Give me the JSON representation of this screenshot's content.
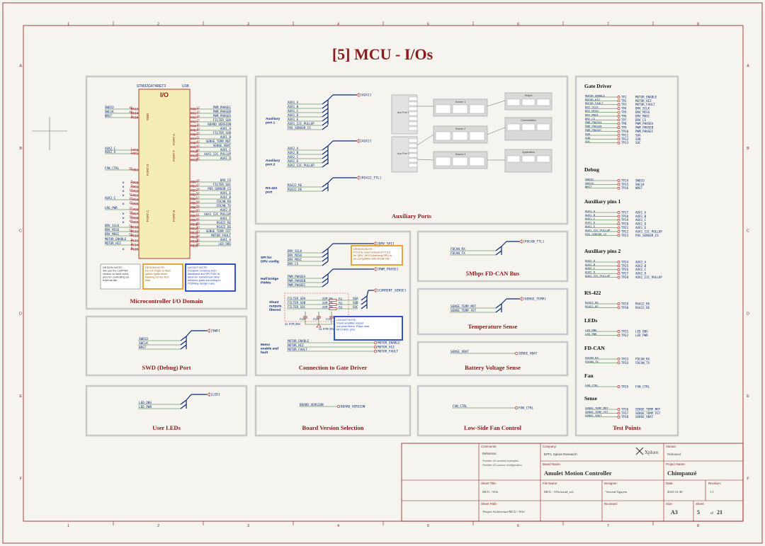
{
  "sheet": {
    "title": "[5] MCU - I/Os",
    "border_cols": [
      "1",
      "2",
      "3",
      "4",
      "5",
      "6",
      "7",
      "8"
    ],
    "border_rows": [
      "A",
      "B",
      "C",
      "D",
      "E",
      "F"
    ]
  },
  "colors": {
    "wire": "#2a6e2a",
    "pin": "#a01010",
    "label": "#0a2a7a",
    "border": "#8b1a1a",
    "block_fill": "#f4eeb4",
    "block_stroke": "#a01010",
    "box": "#c8c8c8",
    "note_orange": "#e69c24",
    "note_blue": "#1e3fd0",
    "dark_red": "#8b1a1a"
  },
  "blocks": {
    "mcu": "Microcontroller I/O Domain",
    "aux_ports": "Auxiliary Ports",
    "fdcan": "5Mbps FD-CAN Bus",
    "swd": "SWD (Debug) Port",
    "gate": "Connection to Gate Driver",
    "temp": "Temperature Sense",
    "batt": "Battery Voltage Sense",
    "leds": "User LEDs",
    "board_ver": "Board Version Selection",
    "fan": "Low-Side Fan Control",
    "test_points": "Test Points"
  },
  "mcu": {
    "part": "STM32G474RET3",
    "ref": "U1B",
    "title": "I/O",
    "ports": [
      "SWD",
      "PORT A",
      "PORT D",
      "PORT F",
      "PORT B",
      "PORT C"
    ],
    "left_nets": [
      [
        "SWDIO",
        "49",
        "PA13"
      ],
      [
        "SWCLK",
        "46",
        "PA14"
      ],
      [
        "NRST",
        "7",
        "PG10"
      ],
      [
        "AUX2_C",
        "1",
        "PF0"
      ],
      [
        "AUX2_A",
        "1",
        "PF1"
      ],
      [
        "FAN_CTRL",
        "55",
        "PD2"
      ],
      [
        "",
        "8",
        "PC0"
      ],
      [
        "",
        "9",
        "PC1"
      ],
      [
        "",
        "10",
        "PC2"
      ],
      [
        "",
        "11",
        "PC3"
      ],
      [
        "AUX2_C",
        "24",
        "PC4"
      ],
      [
        "",
        "25",
        "PC5"
      ],
      [
        "LRG_PWR",
        "37",
        "PC6"
      ],
      [
        "",
        "38",
        "PC7"
      ],
      [
        "",
        "39",
        "PC8"
      ],
      [
        "",
        "40",
        "PC9"
      ],
      [
        "DRV_SCLK",
        "51",
        "PC10"
      ],
      [
        "DRV_MISO",
        "52",
        "PC11"
      ],
      [
        "DRV_MOSI",
        "53",
        "PC12"
      ],
      [
        "MOTOR_ENABLE",
        "2",
        "PC13"
      ],
      [
        "MOTOR_HIZ",
        "3",
        "PC14"
      ],
      [
        "",
        "4",
        "PC15"
      ]
    ],
    "right_nets": [
      [
        "PA0",
        "12",
        "PWM_PHASEC"
      ],
      [
        "PA1",
        "13",
        "PWM_PHASEB"
      ],
      [
        "PA2",
        "14",
        "PWM_PHASEA"
      ],
      [
        "PA3",
        "17",
        "FILTER_SOA"
      ],
      [
        "PA4",
        "18",
        "BOARD_VERSION"
      ],
      [
        "PA5",
        "19",
        "AUX1_A"
      ],
      [
        "PA6",
        "20",
        "FILTER_SOB"
      ],
      [
        "PA7",
        "21",
        "AUX1_B"
      ],
      [
        "PA8",
        "42",
        "SENSE_TEMP_MOT"
      ],
      [
        "PA9",
        "43",
        "SENSE_VBAT"
      ],
      [
        "PA10",
        "44",
        "AUX1_C"
      ],
      [
        "PA11",
        "45",
        "AUX1_I2C_PULLUP"
      ],
      [
        "PA12",
        "46",
        "AUX1_D"
      ],
      [
        "PB0",
        "26",
        "DRV_CS"
      ],
      [
        "PB1",
        "27",
        "FILTER_SOC"
      ],
      [
        "PB2",
        "28",
        "POS_SENSOR_CS"
      ],
      [
        "PB3",
        "56",
        "AUX1_E"
      ],
      [
        "PB4",
        "57",
        "AUX1_B"
      ],
      [
        "PB5",
        "58",
        "FDCAN_RX"
      ],
      [
        "PB6",
        "59",
        "FDCAN_TX"
      ],
      [
        "PB7",
        "60",
        "AUX2_D"
      ],
      [
        "PB8",
        "61",
        "AUX1_I2C_PULLUP"
      ],
      [
        "PB9",
        "62",
        "AUX1_F"
      ],
      [
        "PB10",
        "29",
        "RS422_RE"
      ],
      [
        "PB11",
        "30",
        "RS422_DE"
      ],
      [
        "PB12",
        "33",
        "SENSE_TEMP_FET"
      ],
      [
        "PB13",
        "34",
        "MOTOR_FAULT"
      ],
      [
        "PB14",
        "35",
        "AUX1_A"
      ],
      [
        "PB15",
        "36",
        "LED_DBG"
      ]
    ],
    "notes": [
      "DESIGN NOTE:\nWe use the LQFP64\nversion to have extra\npins for controlling an\nexternal fan.",
      "DESIGN NOTE:\nDo not forget to flash\noption bytes when\nflashing for the first\ntime.",
      "LAYOUT NOTE:\nFootprint revisions from\ndatasheet and IPC7351 to\nallow for soldermask sliver\nbetween pads according to\nPCBWay design rules."
    ]
  },
  "aux": {
    "port1_label": "Auxiliary\nport 1",
    "port1_nets": [
      "AUX1_A",
      "AUX1_B",
      "AUX1_C",
      "AUX1_D",
      "AUX1_E",
      "AUX1_I2C_PULLUP",
      "POS_SENSOR_CS"
    ],
    "port1_sheet": "[AUX1]",
    "port2_label": "Auxiliary\nport 2",
    "port2_nets": [
      "AUX2_A",
      "AUX2_B",
      "AUX2_C",
      "AUX2_D",
      "AUX2_I2C_PULLUP"
    ],
    "port2_sheet": "[AUX2]",
    "rs_label": "RS-422\nport",
    "rs_nets": [
      "RS422_RE",
      "RS422_DE"
    ],
    "rs_sheet": "[RS422_TTL]",
    "diagram_blocks": [
      "Aux Port 1",
      "Aux Port 2",
      "Source 1",
      "Source 2",
      "Source 3",
      "Output",
      "Commutation",
      "Application"
    ]
  },
  "fdcan": {
    "nets": [
      "FDCAN_RX",
      "FDCAN_TX"
    ],
    "sheet": "[FDCAN_TTL]"
  },
  "swd": {
    "nets": [
      "SWDIO",
      "SWCLK",
      "NRST"
    ],
    "sheet": "[SWD]"
  },
  "gate": {
    "spi_label": "SPI for\nDRV config",
    "spi_nets": [
      "DRV_SCLK",
      "DRV_MISO",
      "DRV_MOSI",
      "DRV_CS"
    ],
    "spi_sheet": "[DRV_SPI]",
    "spi_note": "DESIGN NOTE:\nPC13 is used instead of PC12\nfor DRV_MOSI (bitbang SPI) to\nbe compatible with inbuilt FW.",
    "pwm_label": "Half bridge\nPWMs",
    "pwm_nets": [
      "PWM_PHASEA",
      "PWM_PHASEB",
      "PWM_PHASEC"
    ],
    "pwm_sheet": "[PWM_PHASE]",
    "cs_sheet": "[CURRENT_SENSE]",
    "shunt_label": "Shunt\noutputs\nfiltered",
    "filter_nets": [
      "FILTER_SOA",
      "FILTER_SOB",
      "FILTER_SOC"
    ],
    "filter_res": [
      "22R 1%",
      "22R 1%",
      "22R 1%"
    ],
    "res_refs": [
      "R1",
      "R2",
      "R3"
    ],
    "so_nets": [
      "SOA",
      "SOB",
      "SOC"
    ],
    "caps": [
      "C12",
      "C13",
      "C14"
    ],
    "cap_val": "1x X7R 25V",
    "filter_note": "LAYOUT NOTE:\nShunt amplifier output\nlow-pass filters. Place near\nMCU ADC pins.",
    "motor_label": "Motor\nenable and\nfault",
    "motor_nets": [
      "MOTOR_ENABLE",
      "MOTOR_HIZ",
      "MOTOR_FAULT"
    ]
  },
  "temp": {
    "nets": [
      "SENSE_TEMP_MOT",
      "SENSE_TEMP_FET"
    ],
    "sheet": "[SENSE_TEMP]"
  },
  "batt": {
    "net": "SENSE_VBAT"
  },
  "leds": {
    "nets": [
      "LED_DBG",
      "LED_PWR"
    ],
    "sheet": "[LED]"
  },
  "board_ver": {
    "net": "BOARD_VERSION"
  },
  "fan": {
    "net": "FAN_CTRL"
  },
  "tp": {
    "groups": [
      {
        "title": "Gate Driver",
        "rows": [
          [
            "MOTOR_ENABLE",
            "TP1",
            "MOTOR_ENABLE"
          ],
          [
            "MOTOR_HIZ",
            "TP2",
            "MOTOR_HIZ"
          ],
          [
            "MOTOR_FAULT",
            "TP3",
            "MOTOR_FAULT"
          ],
          [
            "DRV_SCLK",
            "TP4",
            "DRV_SCLK"
          ],
          [
            "DRV_MISO",
            "TP5",
            "DRV_MISO"
          ],
          [
            "DRV_MOSI",
            "TP6",
            "DRV_MOSI"
          ],
          [
            "DRV_CS",
            "TP7",
            "DRV_CS"
          ],
          [
            "PWM_PHASEA",
            "TP8",
            "PWM_PHASEA"
          ],
          [
            "PWM_PHASEB",
            "TP9",
            "PWM_PHASEB"
          ],
          [
            "PWM_PHASEC",
            "TP10",
            "PWM_PHASEC"
          ],
          [
            "SOA",
            "TP11",
            "SOA"
          ],
          [
            "SOB",
            "TP12",
            "SOB"
          ],
          [
            "SOC",
            "TP13",
            "SOC"
          ]
        ]
      },
      {
        "title": "Debug",
        "rows": [
          [
            "SWDIO",
            "TP14",
            "SWDIO"
          ],
          [
            "SWCLK",
            "TP15",
            "SWCLK"
          ],
          [
            "NRST",
            "TP16",
            "NRST"
          ]
        ]
      },
      {
        "title": "Auxiliary pins 1",
        "rows": [
          [
            "AUX1_A",
            "TP17",
            "AUX1_A"
          ],
          [
            "AUX1_B",
            "TP18",
            "AUX1_B"
          ],
          [
            "AUX1_C",
            "TP19",
            "AUX1_C"
          ],
          [
            "AUX1_D",
            "TP20",
            "AUX1_D"
          ],
          [
            "AUX1_E",
            "TP21",
            "AUX1_E"
          ],
          [
            "AUX1_I2C_PULLUP",
            "TP22",
            "AUX1_I2C_PULLUP"
          ],
          [
            "POS_SENSOR_CS",
            "TP23",
            "POS_SENSOR_CS"
          ]
        ]
      },
      {
        "title": "Auxiliary pins 2",
        "rows": [
          [
            "AUX2_A",
            "TP24",
            "AUX2_A"
          ],
          [
            "AUX2_B",
            "TP25",
            "AUX2_B"
          ],
          [
            "AUX2_C",
            "TP26",
            "AUX2_C"
          ],
          [
            "AUX2_D",
            "TP27",
            "AUX2_D"
          ],
          [
            "AUX2_I2C_PULLUP",
            "TP28",
            "AUX2_I2C_PULLUP"
          ]
        ]
      },
      {
        "title": "RS-422",
        "rows": [
          [
            "RS422_RE",
            "TP29",
            "RS422_RE"
          ],
          [
            "RS422_DE",
            "TP30",
            "RS422_DE"
          ]
        ]
      },
      {
        "title": "LEDs",
        "rows": [
          [
            "LED_DBG",
            "TP31",
            "LED_DBG"
          ],
          [
            "LED_PWR",
            "TP32",
            "LED_PWR"
          ]
        ]
      },
      {
        "title": "FD-CAN",
        "rows": [
          [
            "FDCAN_RX",
            "TP33",
            "FDCAN_RX"
          ],
          [
            "FDCAN_TX",
            "TP34",
            "FDCAN_TX"
          ]
        ]
      },
      {
        "title": "Fan",
        "rows": [
          [
            "FAN_CTRL",
            "TP35",
            "FAN_CTRL"
          ]
        ]
      },
      {
        "title": "Sense",
        "rows": [
          [
            "SENSE_TEMP_MOT",
            "TP36",
            "SENSE_TEMP_MOT"
          ],
          [
            "SENSE_TEMP_FET",
            "TP37",
            "SENSE_TEMP_FET"
          ],
          [
            "SENSE_VBAT",
            "TP38",
            "SENSE_VBAT"
          ]
        ]
      }
    ]
  },
  "title_block": {
    "comments_label": "Comments:",
    "reference_label": "Reference:",
    "comments": [
      "Flexible I/O worked examples",
      "Flexible I/O source configuration"
    ],
    "company_label": "Company:",
    "company": "EPFL Xplore Research",
    "logo": "Xplore",
    "variant_label": "Variant:",
    "variant": "Released",
    "board_label": "Board Name:",
    "board": "Amulet Motion Controller",
    "project_label": "Project Name:",
    "project": "Chimpanzé",
    "sheet_title_label": "Sheet Title:",
    "sheet_title": "MCU - I/Os",
    "file_label": "File Name:",
    "file": "MCU - I/Os.kicad_sch",
    "designer_label": "Designer:",
    "designer": "Vincent Nguyen",
    "date_label": "Date:",
    "date": "2023-12-30",
    "revision_label": "Revision:",
    "revision": "1.1",
    "path_label": "Sheet Path:",
    "path": "/Project Architecture/MCU - I/Os/",
    "reviewer_label": "Reviewer:",
    "size_label": "Size:",
    "size": "A3",
    "sheet_label": "Sheet:",
    "sheet_no": "5",
    "of": "of",
    "sheet_total": "21"
  }
}
